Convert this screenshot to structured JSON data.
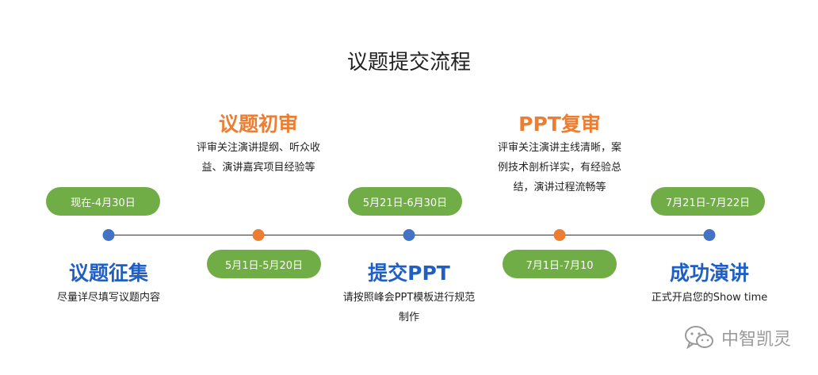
{
  "title": "议题提交流程",
  "stages": [
    {
      "name": "议题征集",
      "date": "现在-4月30日",
      "desc": [
        "尽量详尽填写议题内容"
      ],
      "color": "#4472c4"
    },
    {
      "name": "议题初审",
      "date": "5月1日-5月20日",
      "desc": [
        "评审关注演讲提纲、听众收",
        "益、演讲嘉宾项目经验等"
      ],
      "color": "#ed7d31"
    },
    {
      "name": "提交PPT",
      "date": "5月21日-6月30日",
      "desc": [
        "请按照峰会PPT模板进行规范",
        "制作"
      ],
      "color": "#4472c4"
    },
    {
      "name": "PPT复审",
      "date": "7月1日-7月10",
      "desc": [
        "评审关注演讲主线清晰，案",
        "例技术剖析详实，有经验总",
        "结，演讲过程流畅等"
      ],
      "color": "#ed7d31"
    },
    {
      "name": "成功演讲",
      "date": "7月21日-7月22日",
      "desc": [
        "正式开启您的Show time"
      ],
      "color": "#4472c4"
    }
  ],
  "pill_color": "#70ad47",
  "watermark": {
    "text": "中智凯灵",
    "icon": "wechat-icon"
  }
}
